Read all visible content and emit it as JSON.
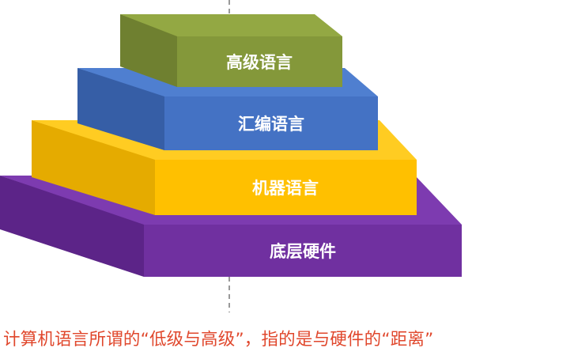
{
  "diagram": {
    "tiers": [
      {
        "label": "高级语言",
        "front": "#84983a",
        "top": "#93a843",
        "side": "#6f8030"
      },
      {
        "label": "汇编语言",
        "front": "#4472c4",
        "top": "#4f7fd0",
        "side": "#365ea6"
      },
      {
        "label": "机器语言",
        "front": "#ffc000",
        "top": "#ffcc22",
        "side": "#e5ab00"
      },
      {
        "label": "底层硬件",
        "front": "#7030a0",
        "top": "#7d3bb0",
        "side": "#5c2488"
      }
    ],
    "caption": "计算机语言所谓的“低级与高级”，指的是与硬件的“距离”"
  }
}
